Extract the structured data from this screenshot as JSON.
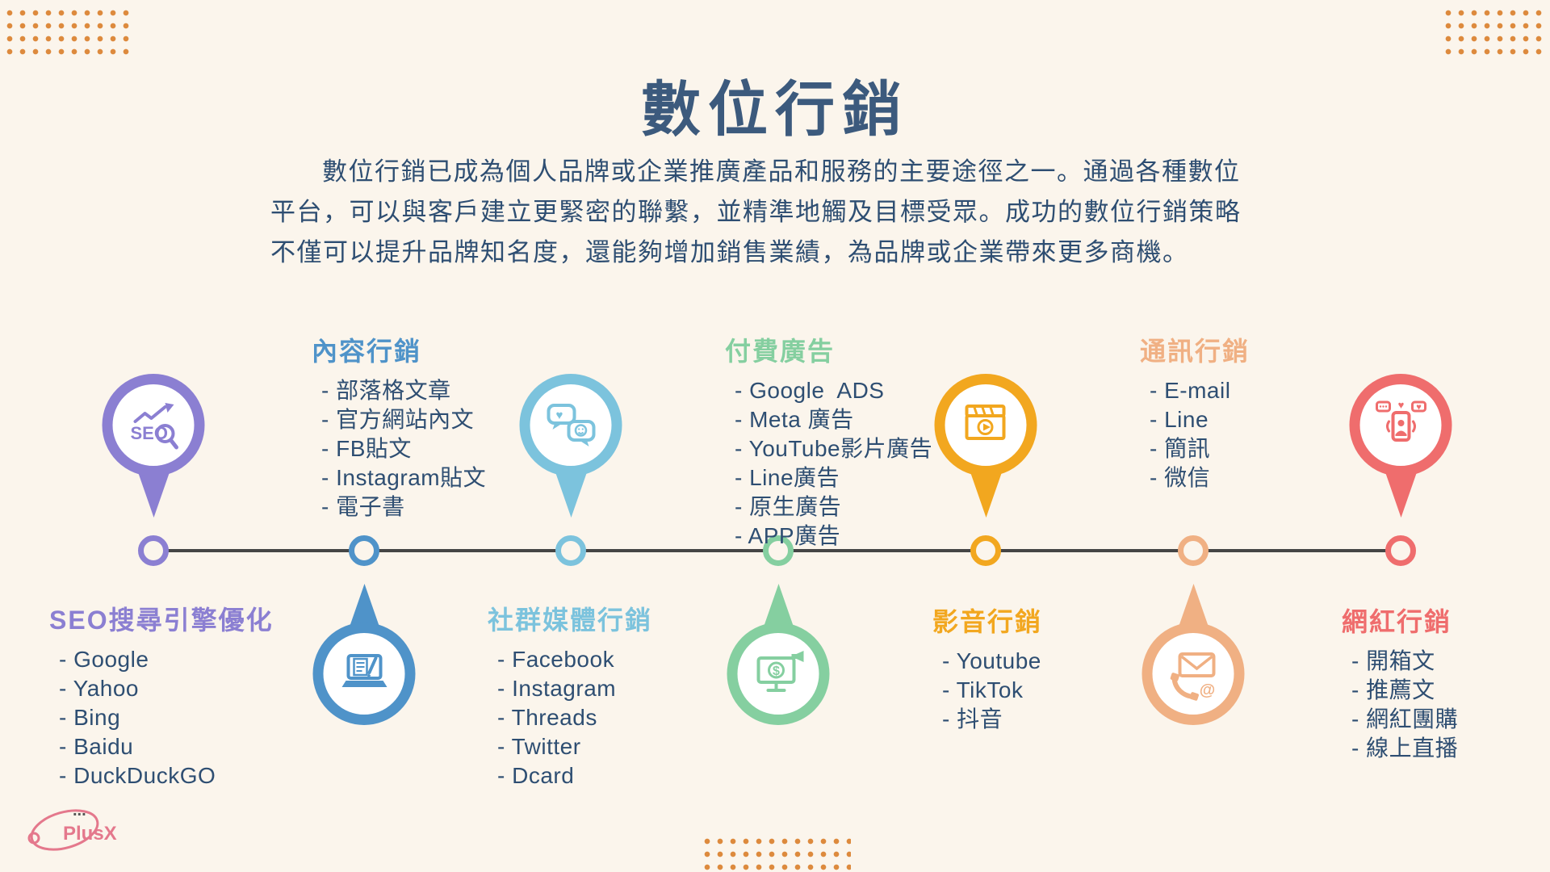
{
  "page": {
    "title": "數位行銷",
    "intro_lines": [
      "數位行銷已成為個人品牌或企業推廣產品和服務的主要途徑之一。通過各種數位",
      "平台，可以與客戶建立更緊密的聯繫，並精準地觸及目標受眾。成功的數位行銷策略",
      "不僅可以提升品牌知名度，還能夠增加銷售業績，為品牌或企業帶來更多商機。"
    ]
  },
  "logo": {
    "dots": "...",
    "text": "PlusX"
  },
  "colors": {
    "background": "#fbf5ec",
    "title": "#3c5a7d",
    "body_text": "#2e4e72",
    "timeline": "#454545",
    "dot_decoration": "#dd8a3d",
    "logo_pink": "#e4788c"
  },
  "categories": [
    {
      "id": "seo",
      "label": "SEO搜尋引擎優化",
      "color": "#8b7fd2",
      "icon": "seo-magnifier-icon",
      "items": [
        "- Google",
        "- Yahoo",
        "- Bing",
        "- Baidu",
        "- DuckDuckGO"
      ]
    },
    {
      "id": "content",
      "label": "內容行銷",
      "color": "#4f93c9",
      "icon": "laptop-writing-icon",
      "items": [
        "- 部落格文章",
        "- 官方網站內文",
        "- FB貼文",
        "- Instagram貼文",
        "- 電子書"
      ]
    },
    {
      "id": "social",
      "label": "社群媒體行銷",
      "color": "#7cc3dd",
      "icon": "chat-bubbles-icon",
      "items": [
        "- Facebook",
        "- Instagram",
        "- Threads",
        "- Twitter",
        "- Dcard"
      ]
    },
    {
      "id": "ads",
      "label": "付費廣告",
      "color": "#85cfa0",
      "icon": "ad-monitor-icon",
      "items": [
        "- Google  ADS",
        "- Meta 廣告",
        "- YouTube影片廣告",
        "- Line廣告",
        "- 原生廣告",
        "- APP廣告"
      ]
    },
    {
      "id": "video",
      "label": "影音行銷",
      "color": "#f2a71f",
      "icon": "video-clapper-icon",
      "items": [
        "- Youtube",
        "- TikTok",
        "- 抖音"
      ]
    },
    {
      "id": "messaging",
      "label": "通訊行銷",
      "color": "#f0b083",
      "icon": "mail-phone-icon",
      "items": [
        "- E-mail",
        "- Line",
        "- 簡訊",
        "- 微信"
      ]
    },
    {
      "id": "influencer",
      "label": "網紅行銷",
      "color": "#ef6d6d",
      "icon": "influencer-phone-icon",
      "items": [
        "- 開箱文",
        "- 推薦文",
        "- 網紅團購",
        "- 線上直播"
      ]
    }
  ]
}
